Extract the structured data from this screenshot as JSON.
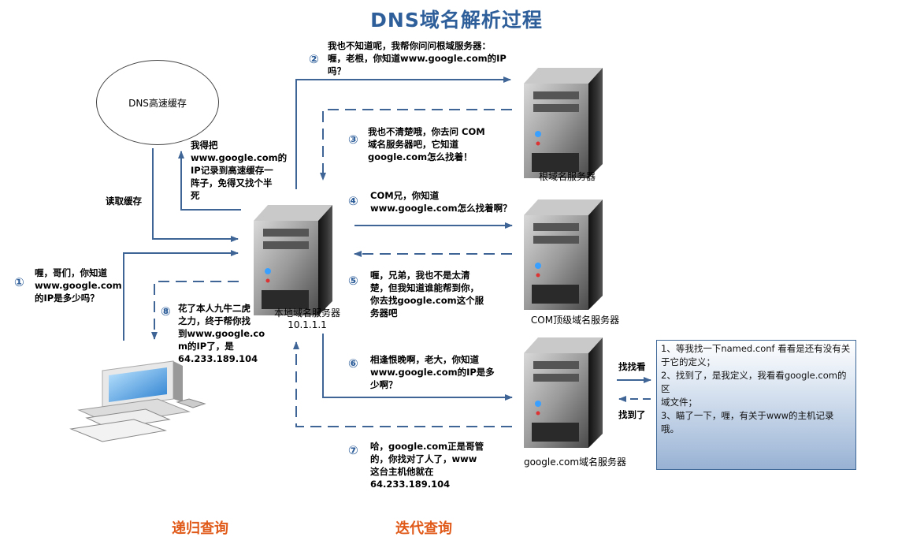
{
  "title": "DNS域名解析过程",
  "nodes": {
    "cache": {
      "label": "DNS高速缓存"
    },
    "local_server": {
      "label": "本地域名服务器\n10.1.1.1"
    },
    "root_server": {
      "label": "根域名服务器"
    },
    "com_server": {
      "label": "COM顶级域名服务器"
    },
    "google_server": {
      "label": "google.com域名服务器"
    }
  },
  "messages": {
    "read_cache": "读取缓存",
    "write_cache": "我得把\nwww.google.com的\nIP记录到高速缓存一\n阵子，免得又找个半\n死",
    "step1": {
      "num": "①",
      "text": "喱，哥们，你知道\nwww.google.com\n的IP是多少吗？"
    },
    "step2": {
      "num": "②",
      "text": "我也不知道呢，我帮你问问根域服务器：\n喱，老根，你知道www.google.com的IP\n吗？"
    },
    "step3": {
      "num": "③",
      "text": "我也不清楚哦，你去问 COM\n域名服务器吧，它知道\ngoogle.com怎么找着！"
    },
    "step4": {
      "num": "④",
      "text": "COM兄，你知道\nwww.google.com怎么找着啊？"
    },
    "step5": {
      "num": "⑤",
      "text": "喱，兄弟，我也不是太清\n楚，但我知道谁能帮到你，\n你去找google.com这个服\n务器吧"
    },
    "step6": {
      "num": "⑥",
      "text": "相逢恨晚啊，老大，你知道\nwww.google.com的IP是多\n少啊？"
    },
    "step7": {
      "num": "⑦",
      "text": "哈，google.com正是哥管\n的，你找对了人了，www\n这台主机他就在\n64.233.189.104"
    },
    "step8": {
      "num": "⑧",
      "text": "花了本人九牛二虎\n之力，终于帮你找\n到www.google.co\nm的IP了，是\n64.233.189.104"
    },
    "find": "找找看",
    "found": "找到了"
  },
  "note": "1、等我找一下named.conf 看看是还有没有关\n于它的定义；\n2、找到了，是我定义，我看看google.com的区\n域文件；\n3、瞄了一下，喱，有关于www的主机记录哦。",
  "bottom": {
    "recursive": "递归查询",
    "iterative": "迭代查询"
  },
  "colors": {
    "title": "#2f5f9a",
    "arrow": "#3e6596",
    "bottom_label": "#e05a1a"
  }
}
